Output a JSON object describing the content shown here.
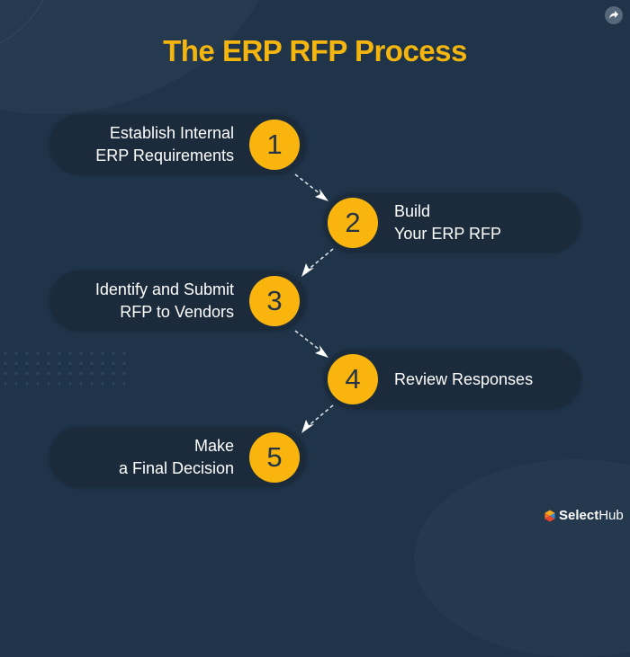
{
  "title": "The ERP RFP Process",
  "share_icon": "share-arrow-icon",
  "steps": [
    {
      "number": "1",
      "line1": "Establish Internal",
      "line2": "ERP Requirements",
      "side": "left"
    },
    {
      "number": "2",
      "line1": "Build",
      "line2": "Your ERP RFP",
      "side": "right"
    },
    {
      "number": "3",
      "line1": "Identify and Submit",
      "line2": "RFP to Vendors",
      "side": "left"
    },
    {
      "number": "4",
      "line1": "Review Responses",
      "line2": "",
      "side": "right"
    },
    {
      "number": "5",
      "line1": "Make",
      "line2": "a Final Decision",
      "side": "left"
    }
  ],
  "brand": {
    "part1": "Select",
    "part2": "Hub",
    "logo_icon": "selecthub-hexagon-logo"
  },
  "colors": {
    "background": "#1f3349",
    "accent": "#f9b50e",
    "pill": "#1b2b3b",
    "text": "#ffffff",
    "title": "#f5b50f"
  }
}
